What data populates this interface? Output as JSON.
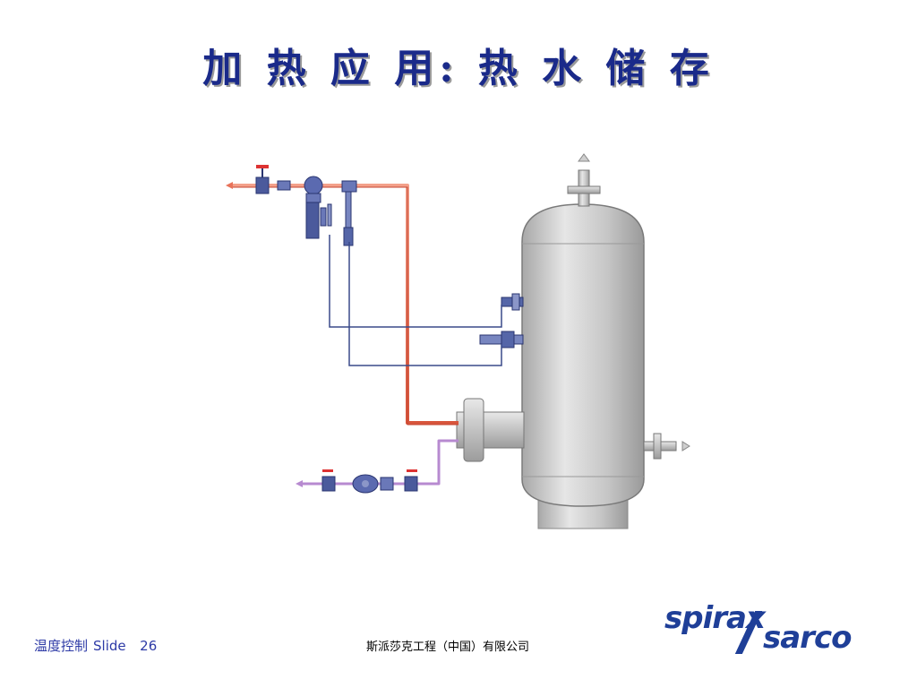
{
  "slide": {
    "title": "加 热 应 用: 热 水 储 存"
  },
  "footer": {
    "section": "温度控制",
    "slide_label": "Slide",
    "slide_number": "26",
    "company": "斯派莎克工程（中国）有限公司"
  },
  "logo": {
    "line1": "spirax",
    "line2": "sarco"
  },
  "colors": {
    "title": "#1a2a8a",
    "steam_line": "#e8735a",
    "condensate_line": "#3a4a8a",
    "cold_water_line": "#b78ad0",
    "vessel": "#c4c4c4",
    "logo": "#1f3f98"
  }
}
